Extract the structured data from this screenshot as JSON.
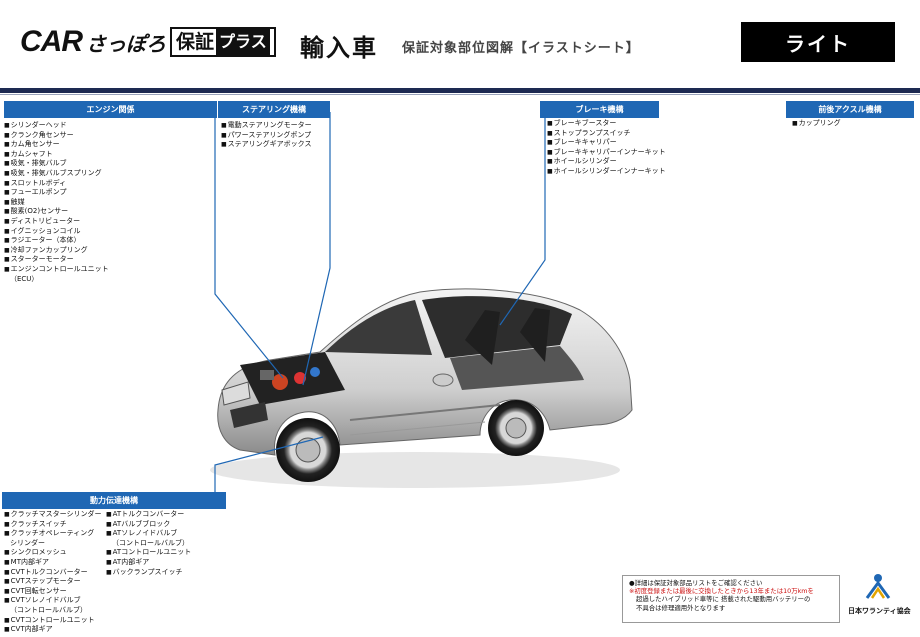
{
  "header": {
    "logo": {
      "car": "CAR",
      "sapporo": "さっぽろ",
      "hosho": "保証",
      "plus": "プラス"
    },
    "title": "輸入車",
    "subtitle": "保証対象部位図解【イラストシート】",
    "grade": "ライト"
  },
  "categories": {
    "engine": {
      "title": "エンジン関係",
      "items": [
        "シリンダーヘッド",
        "クランク角センサー",
        "カム角センサー",
        "カムシャフト",
        "吸気・排気バルブ",
        "吸気・排気バルブスプリング",
        "スロットルボディ",
        "フューエルポンプ",
        "触媒",
        "酸素(O2)センサー",
        "ディストリビューター",
        "イグニッションコイル",
        "ラジエーター（本体）",
        "冷却ファンカップリング",
        "スターターモーター",
        "エンジンコントロールユニット"
      ],
      "item_cont": "（ECU）"
    },
    "steering": {
      "title": "ステアリング機構",
      "items": [
        "電動ステアリングモーター",
        "パワーステアリングポンプ",
        "ステアリングギアボックス"
      ]
    },
    "brake": {
      "title": "ブレーキ機構",
      "items": [
        "ブレーキブースター",
        "ストップランプスイッチ",
        "ブレーキキャリパー",
        "ブレーキキャリパーインナーキット",
        "ホイールシリンダー",
        "ホイールシリンダーインナーキット"
      ]
    },
    "axle": {
      "title": "前後アクスル機構",
      "items": [
        "カップリング"
      ]
    },
    "drivetrain": {
      "title": "動力伝達機構",
      "col1": [
        "クラッチマスターシリンダー",
        "クラッチスイッチ",
        "クラッチオペレーティング",
        "シンクロメッシュ",
        "MT内部ギア",
        "CVTトルクコンバーター",
        "CVTステップモーター",
        "CVT回転センサー",
        "CVTソレノイドバルブ",
        "CVTコントロールユニット",
        "CVT内部ギア"
      ],
      "col1_cont": {
        "2": "シリンダー",
        "8": "（コントロールバルブ）"
      },
      "col2": [
        "ATトルクコンバーター",
        "ATバルブブロック",
        "ATソレノイドバルブ",
        "ATコントロールユニット",
        "AT内部ギア",
        "バックランプスイッチ"
      ],
      "col2_cont": {
        "2": "（コントロールバルブ）"
      }
    }
  },
  "notes": {
    "line1": "●詳細は保証対象部品リストをご確認ください",
    "line2": "※初度登録または最後に交換したときから13年または10万kmを",
    "line3": "超過したハイブリッド車等に 搭載された駆動用バッテリーの",
    "line4": "不具合は修理適用外となります"
  },
  "association": {
    "name": "日本ワランティ協会"
  },
  "colors": {
    "accent": "#1f67b4",
    "header_rule": "#1d2a52",
    "note_red": "#cc1111"
  }
}
